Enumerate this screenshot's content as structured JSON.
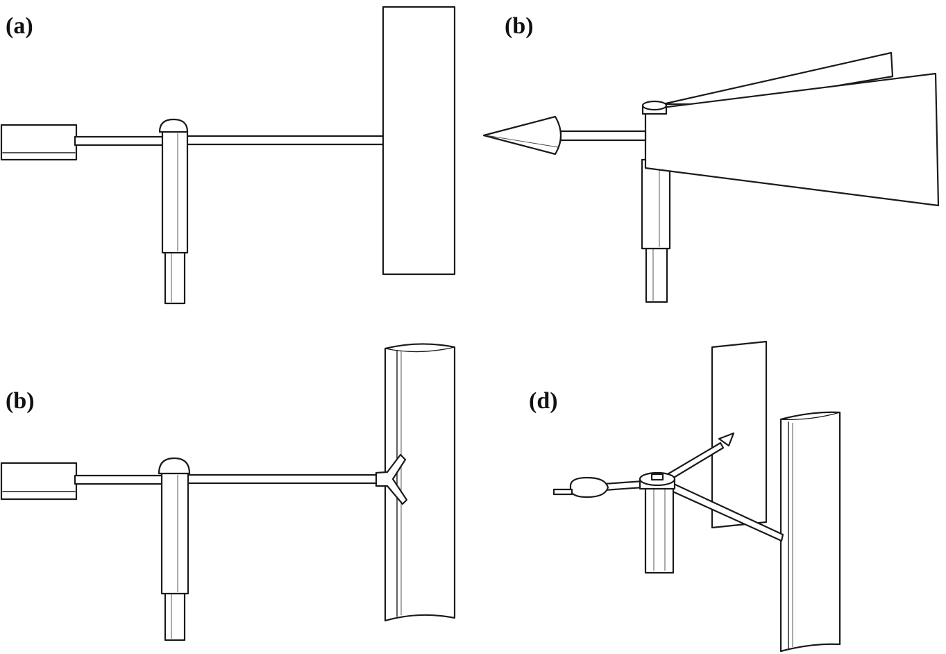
{
  "panels": [
    {
      "label": "(a)",
      "subject": "flat-plate-vane"
    },
    {
      "label": "(b)",
      "subject": "splayed-tail-vane"
    },
    {
      "label": "(b)",
      "subject": "airfoil-vane"
    },
    {
      "label": "(d)",
      "subject": "dual-plate-vane"
    }
  ],
  "colors": {
    "stroke": "#1a1a1a",
    "background": "#ffffff"
  }
}
